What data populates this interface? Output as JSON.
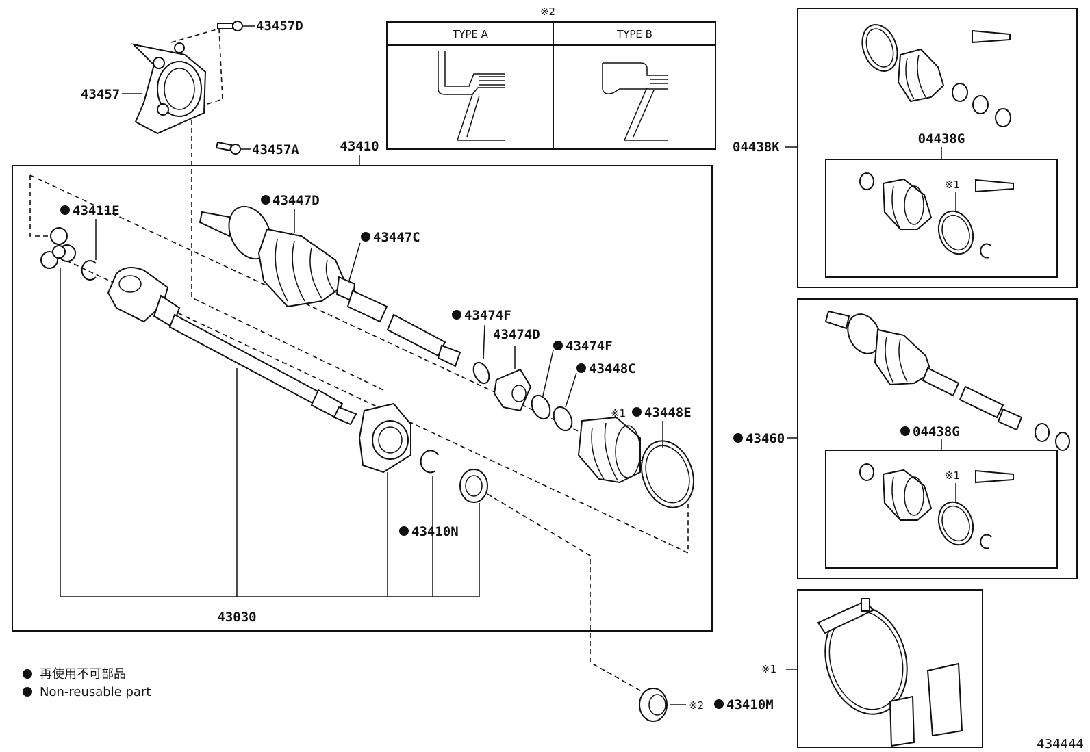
{
  "diagram_id": "434444",
  "labels": {
    "p43457D": "43457D",
    "p43457": "43457",
    "p43457A": "43457A",
    "p43410": "43410",
    "p43411E": "43411E",
    "p43447D": "43447D",
    "p43447C": "43447C",
    "p43474F_a": "43474F",
    "p43474D": "43474D",
    "p43474F_b": "43474F",
    "p43448C": "43448C",
    "p43448E": "43448E",
    "p43410N": "43410N",
    "p43030": "43030",
    "p43410M": "43410M",
    "p04438K": "04438K",
    "p04438G_a": "04438G",
    "p04438G_b": "04438G",
    "p43460": "43460",
    "note1": "※1",
    "note2": "※2"
  },
  "inset": {
    "note": "※2",
    "type_a": "TYPE A",
    "type_b": "TYPE B"
  },
  "legend": {
    "line_jp": "再使用不可部品",
    "line_en": "Non-reusable part"
  }
}
